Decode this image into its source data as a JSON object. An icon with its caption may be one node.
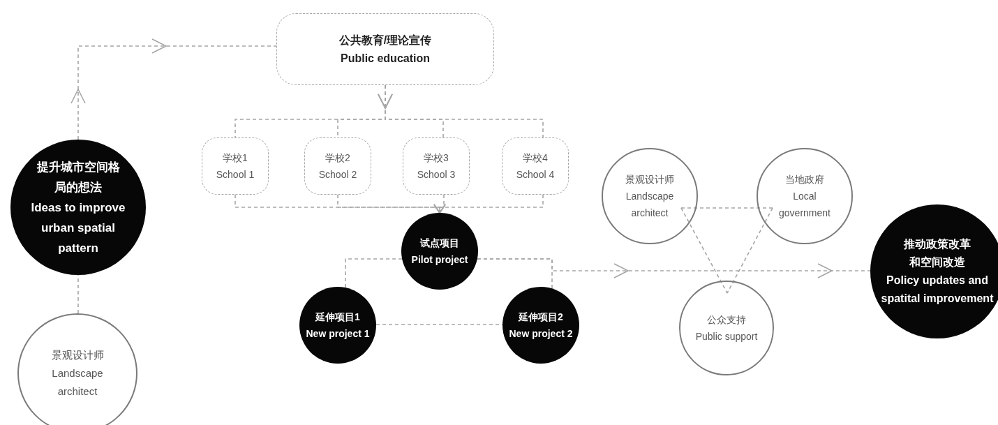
{
  "diagram": {
    "nodes": [
      {
        "text": [
          "公共教育/理论宣传",
          "Public education"
        ]
      },
      {
        "text": [
          "学校1",
          "School 1"
        ]
      },
      {
        "text": [
          "学校2",
          "School 2"
        ]
      },
      {
        "text": [
          "学校3",
          "School 3"
        ]
      },
      {
        "text": [
          "学校4",
          "School 4"
        ]
      },
      {
        "text": [
          "试点项目",
          "Pilot project"
        ]
      },
      {
        "text": [
          "延伸项目1",
          "New project 1"
        ]
      },
      {
        "text": [
          "延伸项目2",
          "New project 2"
        ]
      },
      {
        "text": [
          "提升城市空间格局的想法",
          "Ideas to improve urban spatial pattern"
        ]
      },
      {
        "text": [
          "景观设计师",
          "Landscape architect"
        ]
      },
      {
        "text": [
          "景观设计师",
          "Landscape architect"
        ]
      },
      {
        "text": [
          "当地政府",
          "Local government"
        ]
      },
      {
        "text": [
          "公众支持",
          "Public support"
        ]
      },
      {
        "text": [
          "推动政策改革和空间改造",
          "Policy updates and spatital improvement"
        ]
      }
    ],
    "edges": [
      {
        "from": 9,
        "to": 8,
        "arrow": "none",
        "style": "dashed"
      },
      {
        "from": 8,
        "to": 0,
        "arrow": "to",
        "style": "dashed"
      },
      {
        "from": 0,
        "to": 1,
        "arrow": "to",
        "style": "dashed"
      },
      {
        "from": 0,
        "to": 2,
        "arrow": "to",
        "style": "dashed"
      },
      {
        "from": 0,
        "to": 3,
        "arrow": "to",
        "style": "dashed"
      },
      {
        "from": 0,
        "to": 4,
        "arrow": "to",
        "style": "dashed"
      },
      {
        "from": 1,
        "to": 5,
        "arrow": "to",
        "style": "dashed"
      },
      {
        "from": 2,
        "to": 5,
        "arrow": "to",
        "style": "dashed"
      },
      {
        "from": 3,
        "to": 5,
        "arrow": "to",
        "style": "dashed"
      },
      {
        "from": 4,
        "to": 5,
        "arrow": "to",
        "style": "dashed"
      },
      {
        "from": 5,
        "to": 6,
        "arrow": "none",
        "style": "dashed"
      },
      {
        "from": 5,
        "to": 7,
        "arrow": "none",
        "style": "dashed"
      },
      {
        "from": 6,
        "to": 7,
        "arrow": "none",
        "style": "dashed"
      },
      {
        "from": 5,
        "to": 13,
        "arrow": "to",
        "style": "dashed"
      },
      {
        "from": 10,
        "to": 11,
        "arrow": "none",
        "style": "dashed"
      },
      {
        "from": 10,
        "to": 12,
        "arrow": "none",
        "style": "dashed"
      },
      {
        "from": 11,
        "to": 12,
        "arrow": "none",
        "style": "dashed"
      }
    ]
  }
}
